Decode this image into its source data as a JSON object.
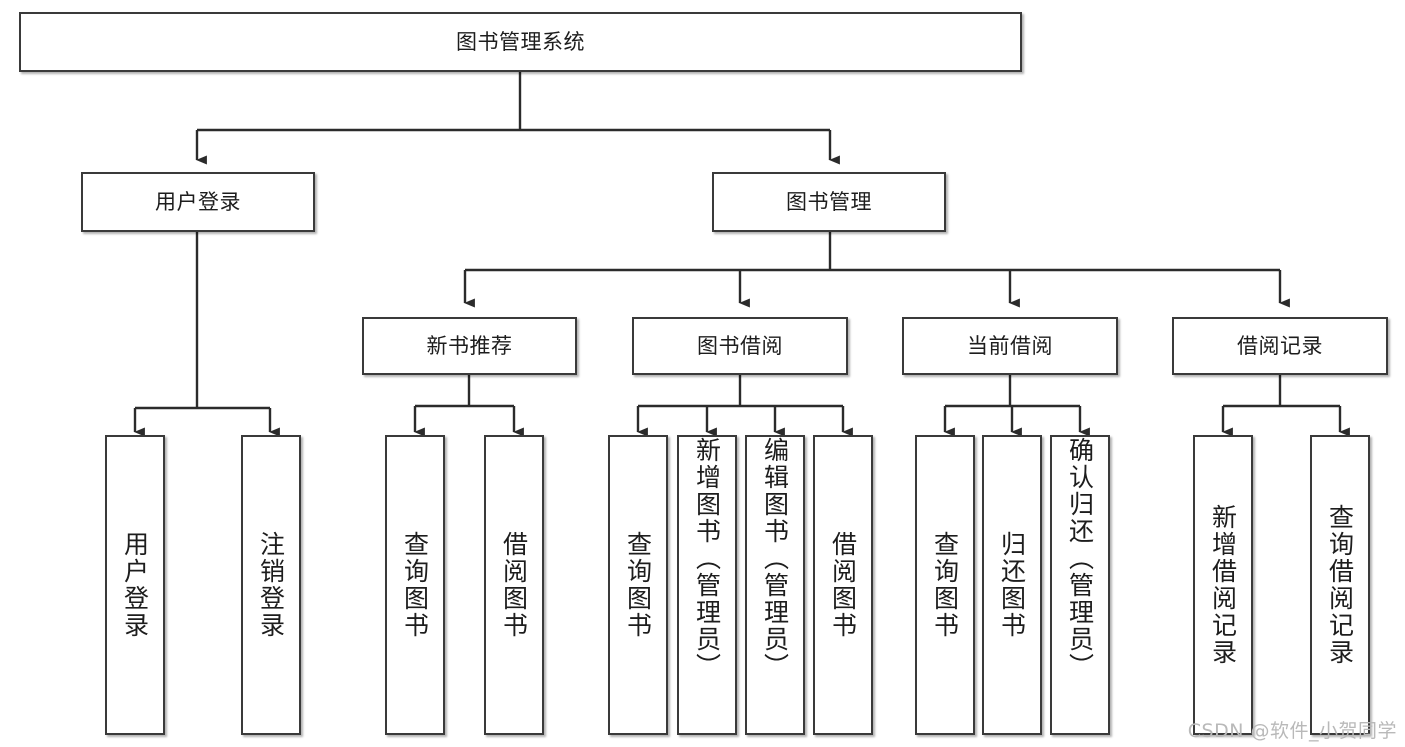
{
  "diagram": {
    "title": "图书管理系统",
    "type": "hierarchy-tree",
    "watermark": "CSDN @软件_小贺同学",
    "colors": {
      "box_border": "#3a3a3a",
      "box_fill": "#ffffff",
      "edge": "#2b2b2b",
      "text": "#1d1d1d",
      "watermark": "#b9b9b9"
    },
    "nodes": {
      "root": {
        "label": "图书管理系统"
      },
      "level2": [
        {
          "label": "用户登录"
        },
        {
          "label": "图书管理"
        }
      ],
      "level3": [
        {
          "label": "新书推荐"
        },
        {
          "label": "图书借阅"
        },
        {
          "label": "当前借阅"
        },
        {
          "label": "借阅记录"
        }
      ],
      "leaves_user_login": [
        {
          "label": "用户登录"
        },
        {
          "label": "注销登录"
        }
      ],
      "leaves_new_book": [
        {
          "label": "查询图书"
        },
        {
          "label": "借阅图书"
        }
      ],
      "leaves_borrow": [
        {
          "label": "查询图书"
        },
        {
          "label": "新增图书（管理员）"
        },
        {
          "label": "编辑图书（管理员）"
        },
        {
          "label": "借阅图书"
        }
      ],
      "leaves_current": [
        {
          "label": "查询图书"
        },
        {
          "label": "归还图书"
        },
        {
          "label": "确认归还（管理员）"
        }
      ],
      "leaves_record": [
        {
          "label": "新增借阅记录"
        },
        {
          "label": "查询借阅记录"
        }
      ]
    }
  }
}
